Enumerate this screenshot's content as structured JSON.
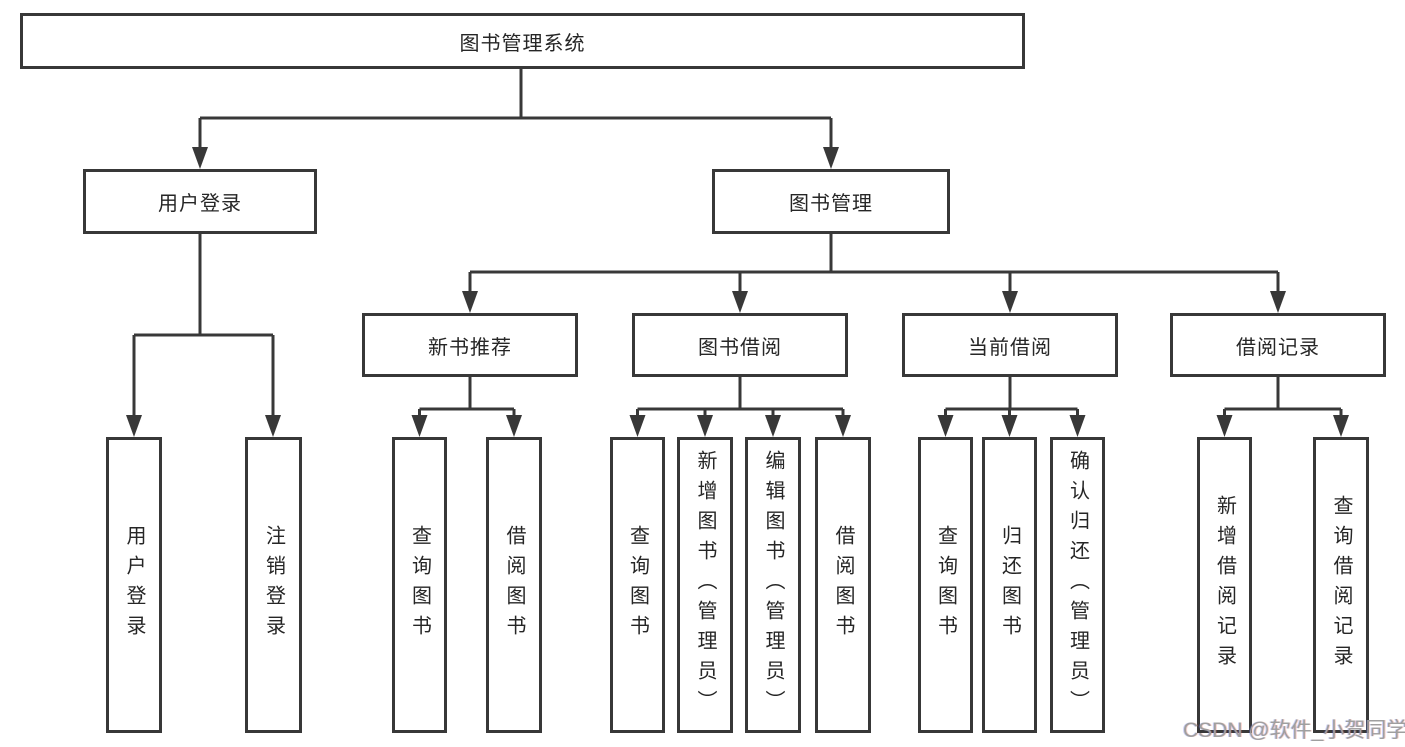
{
  "diagram": {
    "root": {
      "label": "图书管理系统"
    },
    "branches": [
      {
        "label": "用户登录",
        "children": [
          {
            "label": "用户登录"
          },
          {
            "label": "注销登录"
          }
        ]
      },
      {
        "label": "图书管理",
        "children": [
          {
            "label": "新书推荐",
            "children": [
              {
                "label": "查询图书"
              },
              {
                "label": "借阅图书"
              }
            ]
          },
          {
            "label": "图书借阅",
            "children": [
              {
                "label": "查询图书"
              },
              {
                "label": "新增图书（管理员）"
              },
              {
                "label": "编辑图书（管理员）"
              },
              {
                "label": "借阅图书"
              }
            ]
          },
          {
            "label": "当前借阅",
            "children": [
              {
                "label": "查询图书"
              },
              {
                "label": "归还图书"
              },
              {
                "label": "确认归还（管理员）"
              }
            ]
          },
          {
            "label": "借阅记录",
            "children": [
              {
                "label": "新增借阅记录"
              },
              {
                "label": "查询借阅记录"
              }
            ]
          }
        ]
      }
    ],
    "watermark": "CSDN @软件_小贺同学",
    "colors": {
      "line": "#383838",
      "text": "#262626",
      "watermark": "#9f9f9f",
      "background": "#ffffff"
    }
  }
}
